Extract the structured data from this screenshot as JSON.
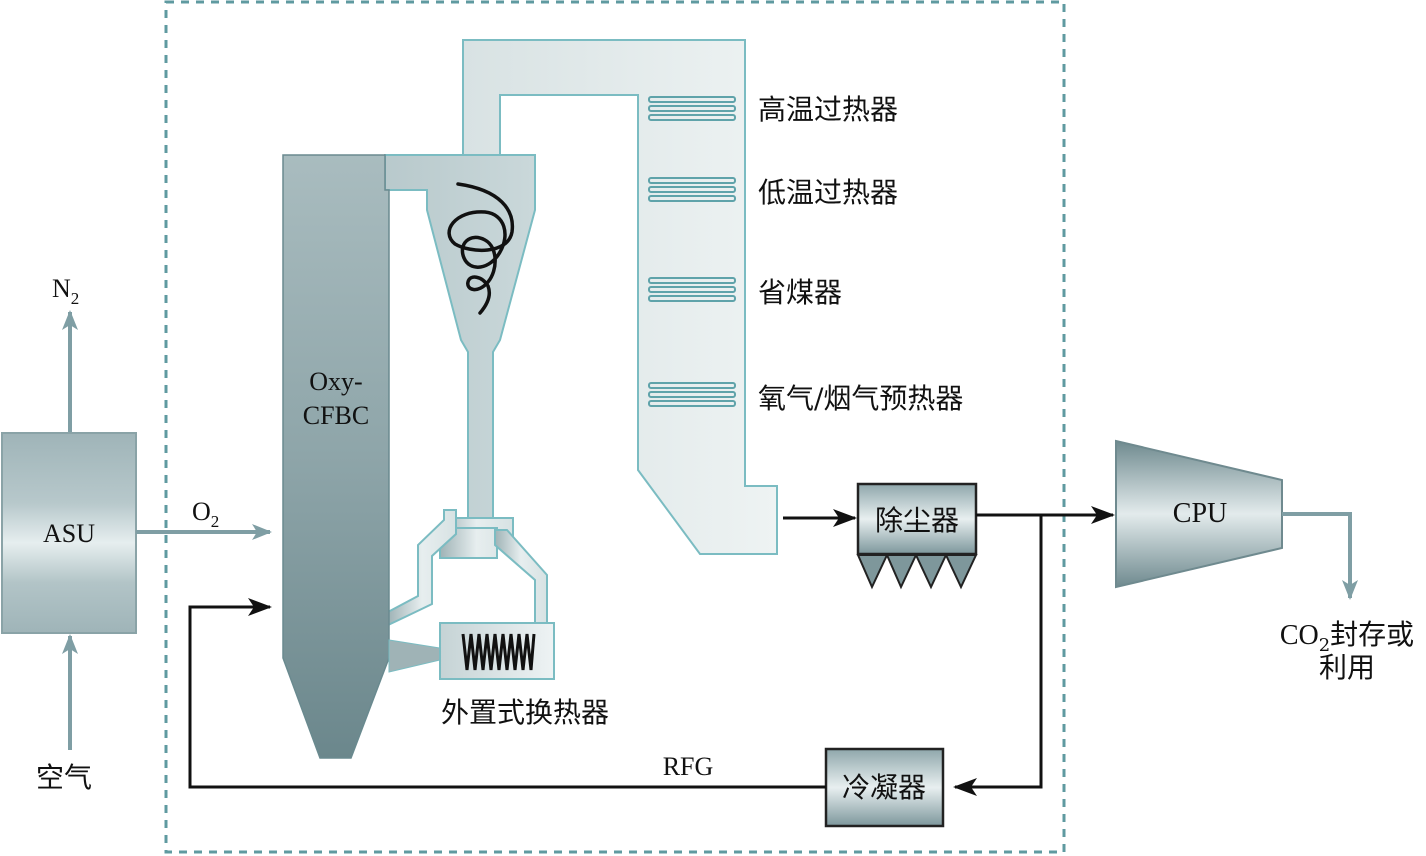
{
  "diagram": {
    "title": "Oxy-CFBC process flow",
    "colors": {
      "boundary_dash": "#5f9aa0",
      "gray_flow": "#7f9ea4",
      "black_flow": "#111111",
      "equipment_outline": "#6fb1b8"
    },
    "nodes": {
      "asu": "ASU",
      "boiler_line1": "Oxy-",
      "boiler_line2": "CFBC",
      "hx_external": "外置式换热器",
      "high_temp_superheater": "高温过热器",
      "low_temp_superheater": "低温过热器",
      "economizer": "省煤器",
      "preheater": "氧气/烟气预热器",
      "dust_collector": "除尘器",
      "cpu": "CPU",
      "condenser": "冷凝器"
    },
    "streams": {
      "n2_base": "N",
      "n2_sub": "2",
      "o2_base": "O",
      "o2_sub": "2",
      "air": "空气",
      "rfg": "RFG",
      "co2_base": "CO",
      "co2_sub": "2",
      "co2_rest_line1": "封存或",
      "co2_line2": "利用"
    }
  }
}
